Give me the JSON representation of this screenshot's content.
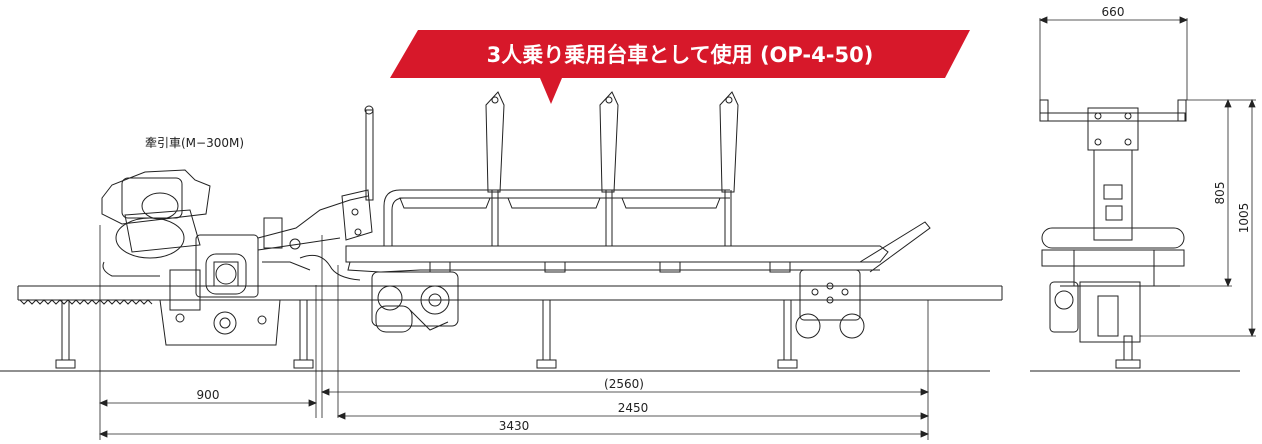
{
  "banner": {
    "text": "3人乗り乗用台車として使用 (OP-4-50)",
    "color": "#d7182a"
  },
  "tractor_label": "牽引車(M−300M)",
  "dimensions": {
    "d900": "900",
    "d2560": "(2560)",
    "d2450": "2450",
    "d3430": "3430",
    "d660": "660",
    "d805": "805",
    "d1005": "1005"
  }
}
